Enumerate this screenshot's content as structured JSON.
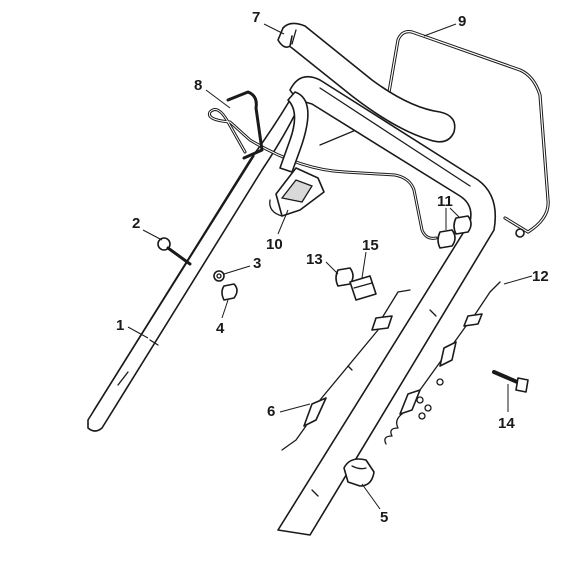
{
  "diagram": {
    "callouts": [
      {
        "id": "p1",
        "label": "1"
      },
      {
        "id": "p2",
        "label": "2"
      },
      {
        "id": "p3",
        "label": "3"
      },
      {
        "id": "p4",
        "label": "4"
      },
      {
        "id": "p5",
        "label": "5"
      },
      {
        "id": "p6",
        "label": "6"
      },
      {
        "id": "p7",
        "label": "7"
      },
      {
        "id": "p8",
        "label": "8"
      },
      {
        "id": "p9",
        "label": "9"
      },
      {
        "id": "p10",
        "label": "10"
      },
      {
        "id": "p11",
        "label": "11"
      },
      {
        "id": "p12",
        "label": "12"
      },
      {
        "id": "p13",
        "label": "13"
      },
      {
        "id": "p14",
        "label": "14"
      },
      {
        "id": "p15",
        "label": "15"
      }
    ]
  }
}
